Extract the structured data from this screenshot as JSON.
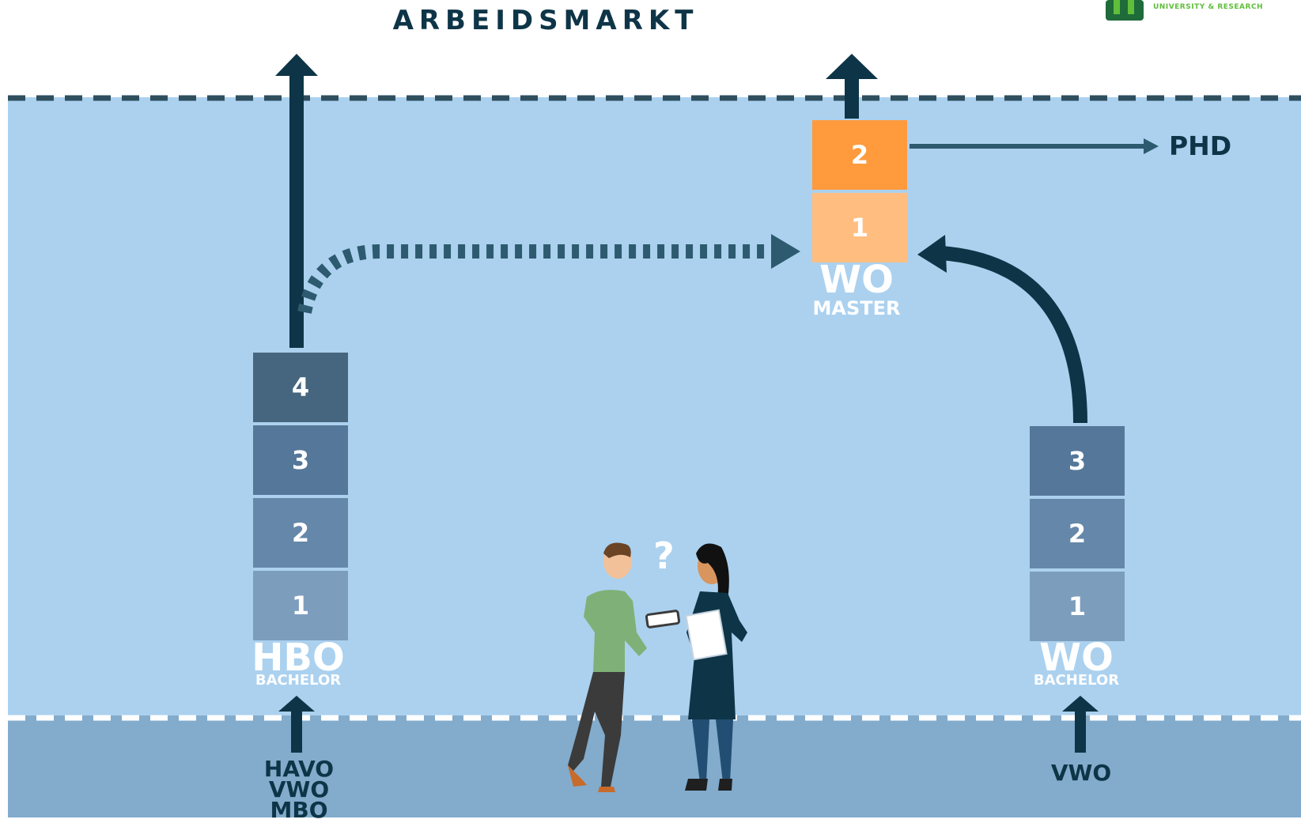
{
  "title": "ARBEIDSMARKT",
  "exit_label": "PHD",
  "question_mark": "?",
  "logo": {
    "icon": "building-logo-icon",
    "text": "UNIVERSITY & RESEARCH",
    "color": "#5fbf3a"
  },
  "hbo_bachelor": {
    "years": [
      "4",
      "3",
      "2",
      "1"
    ],
    "label": "HBO",
    "sublabel": "BACHELOR",
    "entry": [
      "HAVO",
      "VWO",
      "MBO"
    ]
  },
  "wo_bachelor": {
    "years": [
      "3",
      "2",
      "1"
    ],
    "label": "WO",
    "sublabel": "BACHELOR",
    "entry": [
      "VWO"
    ]
  },
  "wo_master": {
    "years": [
      "2",
      "1"
    ],
    "label": "WO",
    "sublabel": "MASTER"
  },
  "colors": {
    "band_light": "#abd1ef",
    "band_dark": "#82abcc",
    "navy": "#0e3547",
    "orange_dark": "#ff9a3d",
    "orange_light": "#ffbe80",
    "hbo_blocks": [
      "#46667f",
      "#55779a",
      "#6587aa",
      "#7d9dbd"
    ],
    "wo_blocks": [
      "#55779a",
      "#6587aa",
      "#7d9dbd"
    ]
  }
}
